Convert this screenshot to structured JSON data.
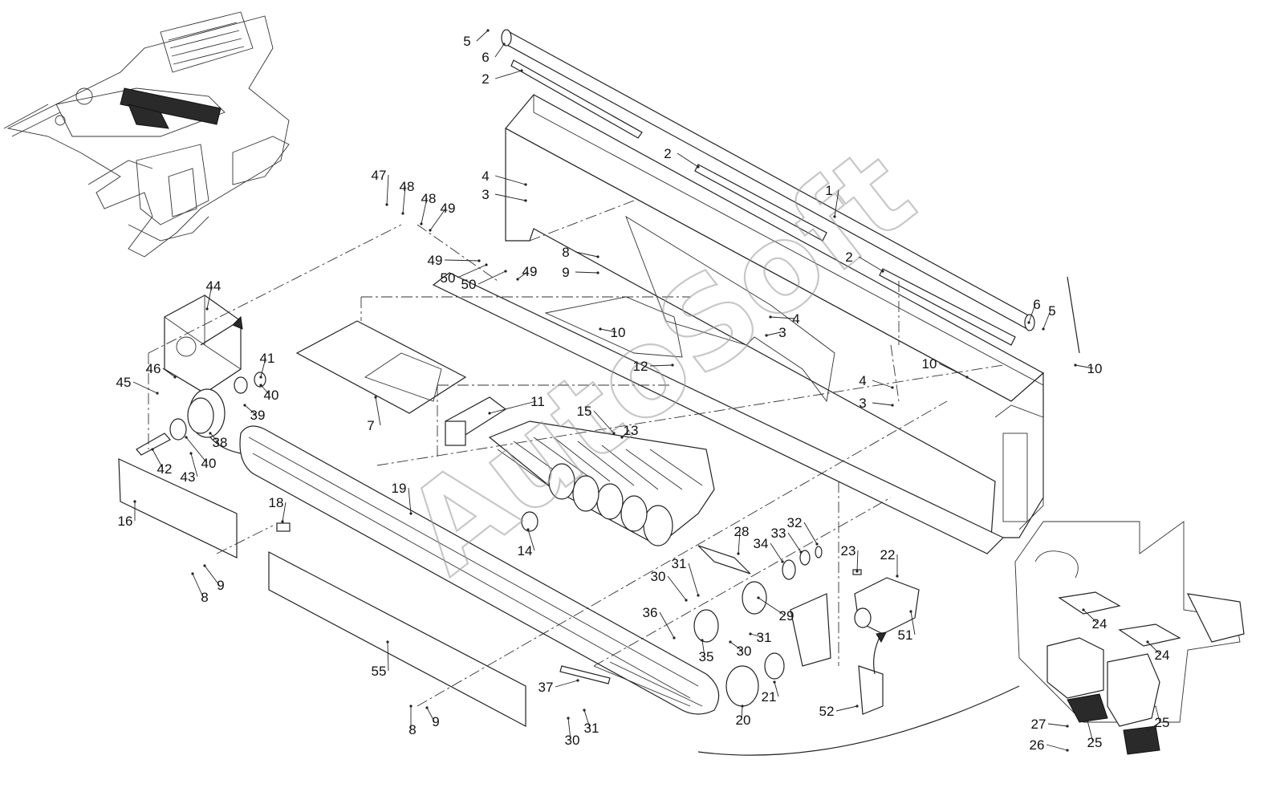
{
  "watermark": "AutoSoft",
  "callouts": [
    {
      "id": "c-5a",
      "text": "5"
    },
    {
      "id": "c-6a",
      "text": "6"
    },
    {
      "id": "c-2a",
      "text": "2"
    },
    {
      "id": "c-2b",
      "text": "2"
    },
    {
      "id": "c-1",
      "text": "1"
    },
    {
      "id": "c-2c",
      "text": "2"
    },
    {
      "id": "c-6b",
      "text": "6"
    },
    {
      "id": "c-5b",
      "text": "5"
    },
    {
      "id": "c-4a",
      "text": "4"
    },
    {
      "id": "c-3a",
      "text": "3"
    },
    {
      "id": "c-47",
      "text": "47"
    },
    {
      "id": "c-48a",
      "text": "48"
    },
    {
      "id": "c-48b",
      "text": "48"
    },
    {
      "id": "c-49a",
      "text": "49"
    },
    {
      "id": "c-49b",
      "text": "49"
    },
    {
      "id": "c-50a",
      "text": "50"
    },
    {
      "id": "c-50b",
      "text": "50"
    },
    {
      "id": "c-49c",
      "text": "49"
    },
    {
      "id": "c-8a",
      "text": "8"
    },
    {
      "id": "c-9a",
      "text": "9"
    },
    {
      "id": "c-10a",
      "text": "10"
    },
    {
      "id": "c-4b",
      "text": "4"
    },
    {
      "id": "c-3b",
      "text": "3"
    },
    {
      "id": "c-10b",
      "text": "10"
    },
    {
      "id": "c-10c",
      "text": "10"
    },
    {
      "id": "c-4c",
      "text": "4"
    },
    {
      "id": "c-3c",
      "text": "3"
    },
    {
      "id": "c-12",
      "text": "12"
    },
    {
      "id": "c-44",
      "text": "44"
    },
    {
      "id": "c-41",
      "text": "41"
    },
    {
      "id": "c-46",
      "text": "46"
    },
    {
      "id": "c-45",
      "text": "45"
    },
    {
      "id": "c-40a",
      "text": "40"
    },
    {
      "id": "c-39",
      "text": "39"
    },
    {
      "id": "c-7",
      "text": "7"
    },
    {
      "id": "c-11",
      "text": "11"
    },
    {
      "id": "c-15",
      "text": "15"
    },
    {
      "id": "c-13",
      "text": "13"
    },
    {
      "id": "c-38",
      "text": "38"
    },
    {
      "id": "c-42",
      "text": "42"
    },
    {
      "id": "c-40b",
      "text": "40"
    },
    {
      "id": "c-43",
      "text": "43"
    },
    {
      "id": "c-19",
      "text": "19"
    },
    {
      "id": "c-16",
      "text": "16"
    },
    {
      "id": "c-18",
      "text": "18"
    },
    {
      "id": "c-14",
      "text": "14"
    },
    {
      "id": "c-28",
      "text": "28"
    },
    {
      "id": "c-32",
      "text": "32"
    },
    {
      "id": "c-34",
      "text": "34"
    },
    {
      "id": "c-33",
      "text": "33"
    },
    {
      "id": "c-23",
      "text": "23"
    },
    {
      "id": "c-22",
      "text": "22"
    },
    {
      "id": "c-30a",
      "text": "30"
    },
    {
      "id": "c-31a",
      "text": "31"
    },
    {
      "id": "c-8b",
      "text": "8"
    },
    {
      "id": "c-9b",
      "text": "9"
    },
    {
      "id": "c-36",
      "text": "36"
    },
    {
      "id": "c-29",
      "text": "29"
    },
    {
      "id": "c-31b",
      "text": "31"
    },
    {
      "id": "c-30b",
      "text": "30"
    },
    {
      "id": "c-51",
      "text": "51"
    },
    {
      "id": "c-35",
      "text": "35"
    },
    {
      "id": "c-21",
      "text": "21"
    },
    {
      "id": "c-24a",
      "text": "24"
    },
    {
      "id": "c-24b",
      "text": "24"
    },
    {
      "id": "c-55",
      "text": "55"
    },
    {
      "id": "c-37",
      "text": "37"
    },
    {
      "id": "c-20",
      "text": "20"
    },
    {
      "id": "c-52",
      "text": "52"
    },
    {
      "id": "c-8c",
      "text": "8"
    },
    {
      "id": "c-9c",
      "text": "9"
    },
    {
      "id": "c-30c",
      "text": "30"
    },
    {
      "id": "c-31c",
      "text": "31"
    },
    {
      "id": "c-27",
      "text": "27"
    },
    {
      "id": "c-25a",
      "text": "25"
    },
    {
      "id": "c-25b",
      "text": "25"
    },
    {
      "id": "c-26",
      "text": "26"
    }
  ]
}
